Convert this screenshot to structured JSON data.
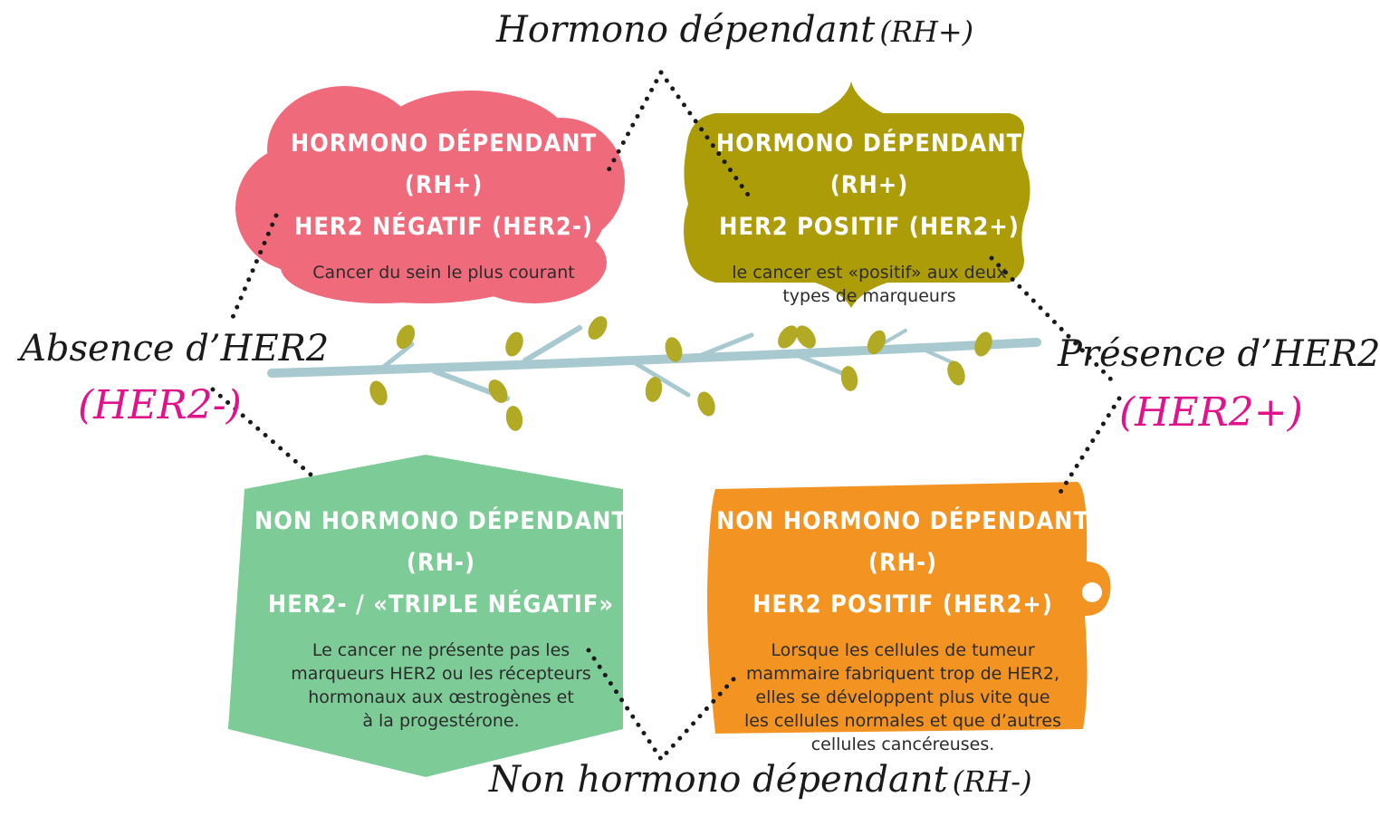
{
  "axes": {
    "top": {
      "main": "Hormono dépendant",
      "paren": "(RH+)"
    },
    "bottom": {
      "main": "Non hormono dépendant",
      "paren": "(RH-)"
    },
    "left": {
      "main": "Absence d’HER2",
      "tag": "(HER2-)"
    },
    "right": {
      "main": "Présence d’HER2",
      "tag": "(HER2+)"
    }
  },
  "quadrants": {
    "top_left": {
      "title_line1": "Hormono dépendant (RH+)",
      "title_line2": "HER2 négatif (HER2-)",
      "description": "Cancer du sein le plus courant",
      "color": "#ef6b7b"
    },
    "top_right": {
      "title_line1": "Hormono dépendant (RH+)",
      "title_line2": "HER2 positif (HER2+)",
      "description_line1": "le cancer est «positif» aux deux",
      "description_line2": "types de marqueurs",
      "color": "#ab9c08"
    },
    "bottom_left": {
      "title_line1": "Non hormono dépendant (RH-)",
      "title_line2": "HER2- / «triple négatif»",
      "description_line1": "Le cancer ne présente pas les",
      "description_line2": "marqueurs HER2 ou les récepteurs",
      "description_line3": "hormonaux aux œstrogènes et",
      "description_line4": "à la progestérone.",
      "color": "#7dcb97"
    },
    "bottom_right": {
      "title_line1": "Non hormono dépendant (RH-)",
      "title_line2": "HER2 positif (HER2+)",
      "description_line1": "Lorsque les cellules de tumeur",
      "description_line2": "mammaire fabriquent trop de HER2,",
      "description_line3": "elles se développent plus vite que",
      "description_line4": "les cellules normales et que d’autres",
      "description_line5": "cellules cancéreuses.",
      "color": "#f39422"
    }
  },
  "colors": {
    "branch": "#a8c9cf",
    "leaf": "#b2aa24",
    "dots": "#1a1a1a",
    "accent": "#e0138c"
  }
}
